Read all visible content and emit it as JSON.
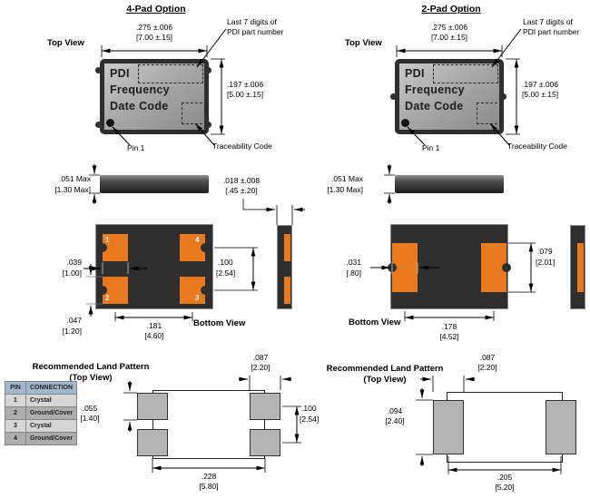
{
  "doc": {
    "option4": {
      "title": "4-Pad Option",
      "top_view_label": "Top View",
      "bottom_view_label": "Bottom View",
      "land_pattern_label1": "Recommended Land Pattern",
      "land_pattern_label2": "(Top View)",
      "chip_line1": "PDI",
      "chip_line2": "Frequency",
      "chip_line3": "Date Code",
      "callout_last7_1": "Last 7 digits of",
      "callout_last7_2": "PDI part number",
      "callout_pin1": "Pin 1",
      "callout_trace": "Traceability Code",
      "pad1": "1",
      "pad2": "2",
      "pad3": "3",
      "pad4": "4",
      "dim": {
        "width_in": ".275 ±.006",
        "width_mm": "[7.00 ±.15]",
        "height_in": ".197 ±.006",
        "height_mm": "[5.00 ±.15]",
        "thick_in": ".051 Max",
        "thick_mm": "[1.30 Max]",
        "wrap_in": ".018 ±.008",
        "wrap_mm": "[.45 ±.20]",
        "padw_in": ".039",
        "padw_mm": "[1.00]",
        "rowp_in": ".100",
        "rowp_mm": "[2.54]",
        "padh_in": ".047",
        "padh_mm": "[1.20]",
        "colp_in": ".181",
        "colp_mm": "[4.60]",
        "lpadw_in": ".087",
        "lpadw_mm": "[2.20]",
        "lpadh_in": ".055",
        "lpadh_mm": "[1.40]",
        "lrowp_in": ".100",
        "lrowp_mm": "[2.54]",
        "lcolp_in": ".228",
        "lcolp_mm": "[5.80]"
      }
    },
    "option2": {
      "title": "2-Pad Option",
      "top_view_label": "Top View",
      "bottom_view_label": "Bottom View",
      "land_pattern_label1": "Recommended Land Pattern",
      "land_pattern_label2": "(Top View)",
      "chip_line1": "PDI",
      "chip_line2": "Frequency",
      "chip_line3": "Date Code",
      "callout_last7_1": "Last 7 digits of",
      "callout_last7_2": "PDI part number",
      "callout_pin1": "Pin 1",
      "callout_trace": "Traceability Code",
      "dim": {
        "width_in": ".275 ±.006",
        "width_mm": "[7.00 ±.15]",
        "height_in": ".197 ±.006",
        "height_mm": "[5.00 ±.15]",
        "thick_in": ".051 Max",
        "thick_mm": "[1.30 Max]",
        "padw_in": ".031",
        "padw_mm": "[.80]",
        "padh_in": ".079",
        "padh_mm": "[2.01]",
        "pitch_in": ".178",
        "pitch_mm": "[4.52]",
        "lpadw_in": ".087",
        "lpadw_mm": "[2.20]",
        "lpadh_in": ".094",
        "lpadh_mm": "[2.40]",
        "lpitch_in": ".205",
        "lpitch_mm": "[5.20]"
      }
    },
    "pin_table": {
      "header_pin": "PIN",
      "header_conn": "CONNECTION",
      "rows": [
        {
          "pin": "1",
          "conn": "Crystal"
        },
        {
          "pin": "2",
          "conn": "Ground/Cover"
        },
        {
          "pin": "3",
          "conn": "Crystal"
        },
        {
          "pin": "4",
          "conn": "Ground/Cover"
        }
      ]
    },
    "colors": {
      "pad_orange": "#E8791F",
      "package_dark": "#2E2E2E",
      "land_pad_gray": "#B5B5B5",
      "table_header_blue": "#A3B8CC"
    }
  }
}
